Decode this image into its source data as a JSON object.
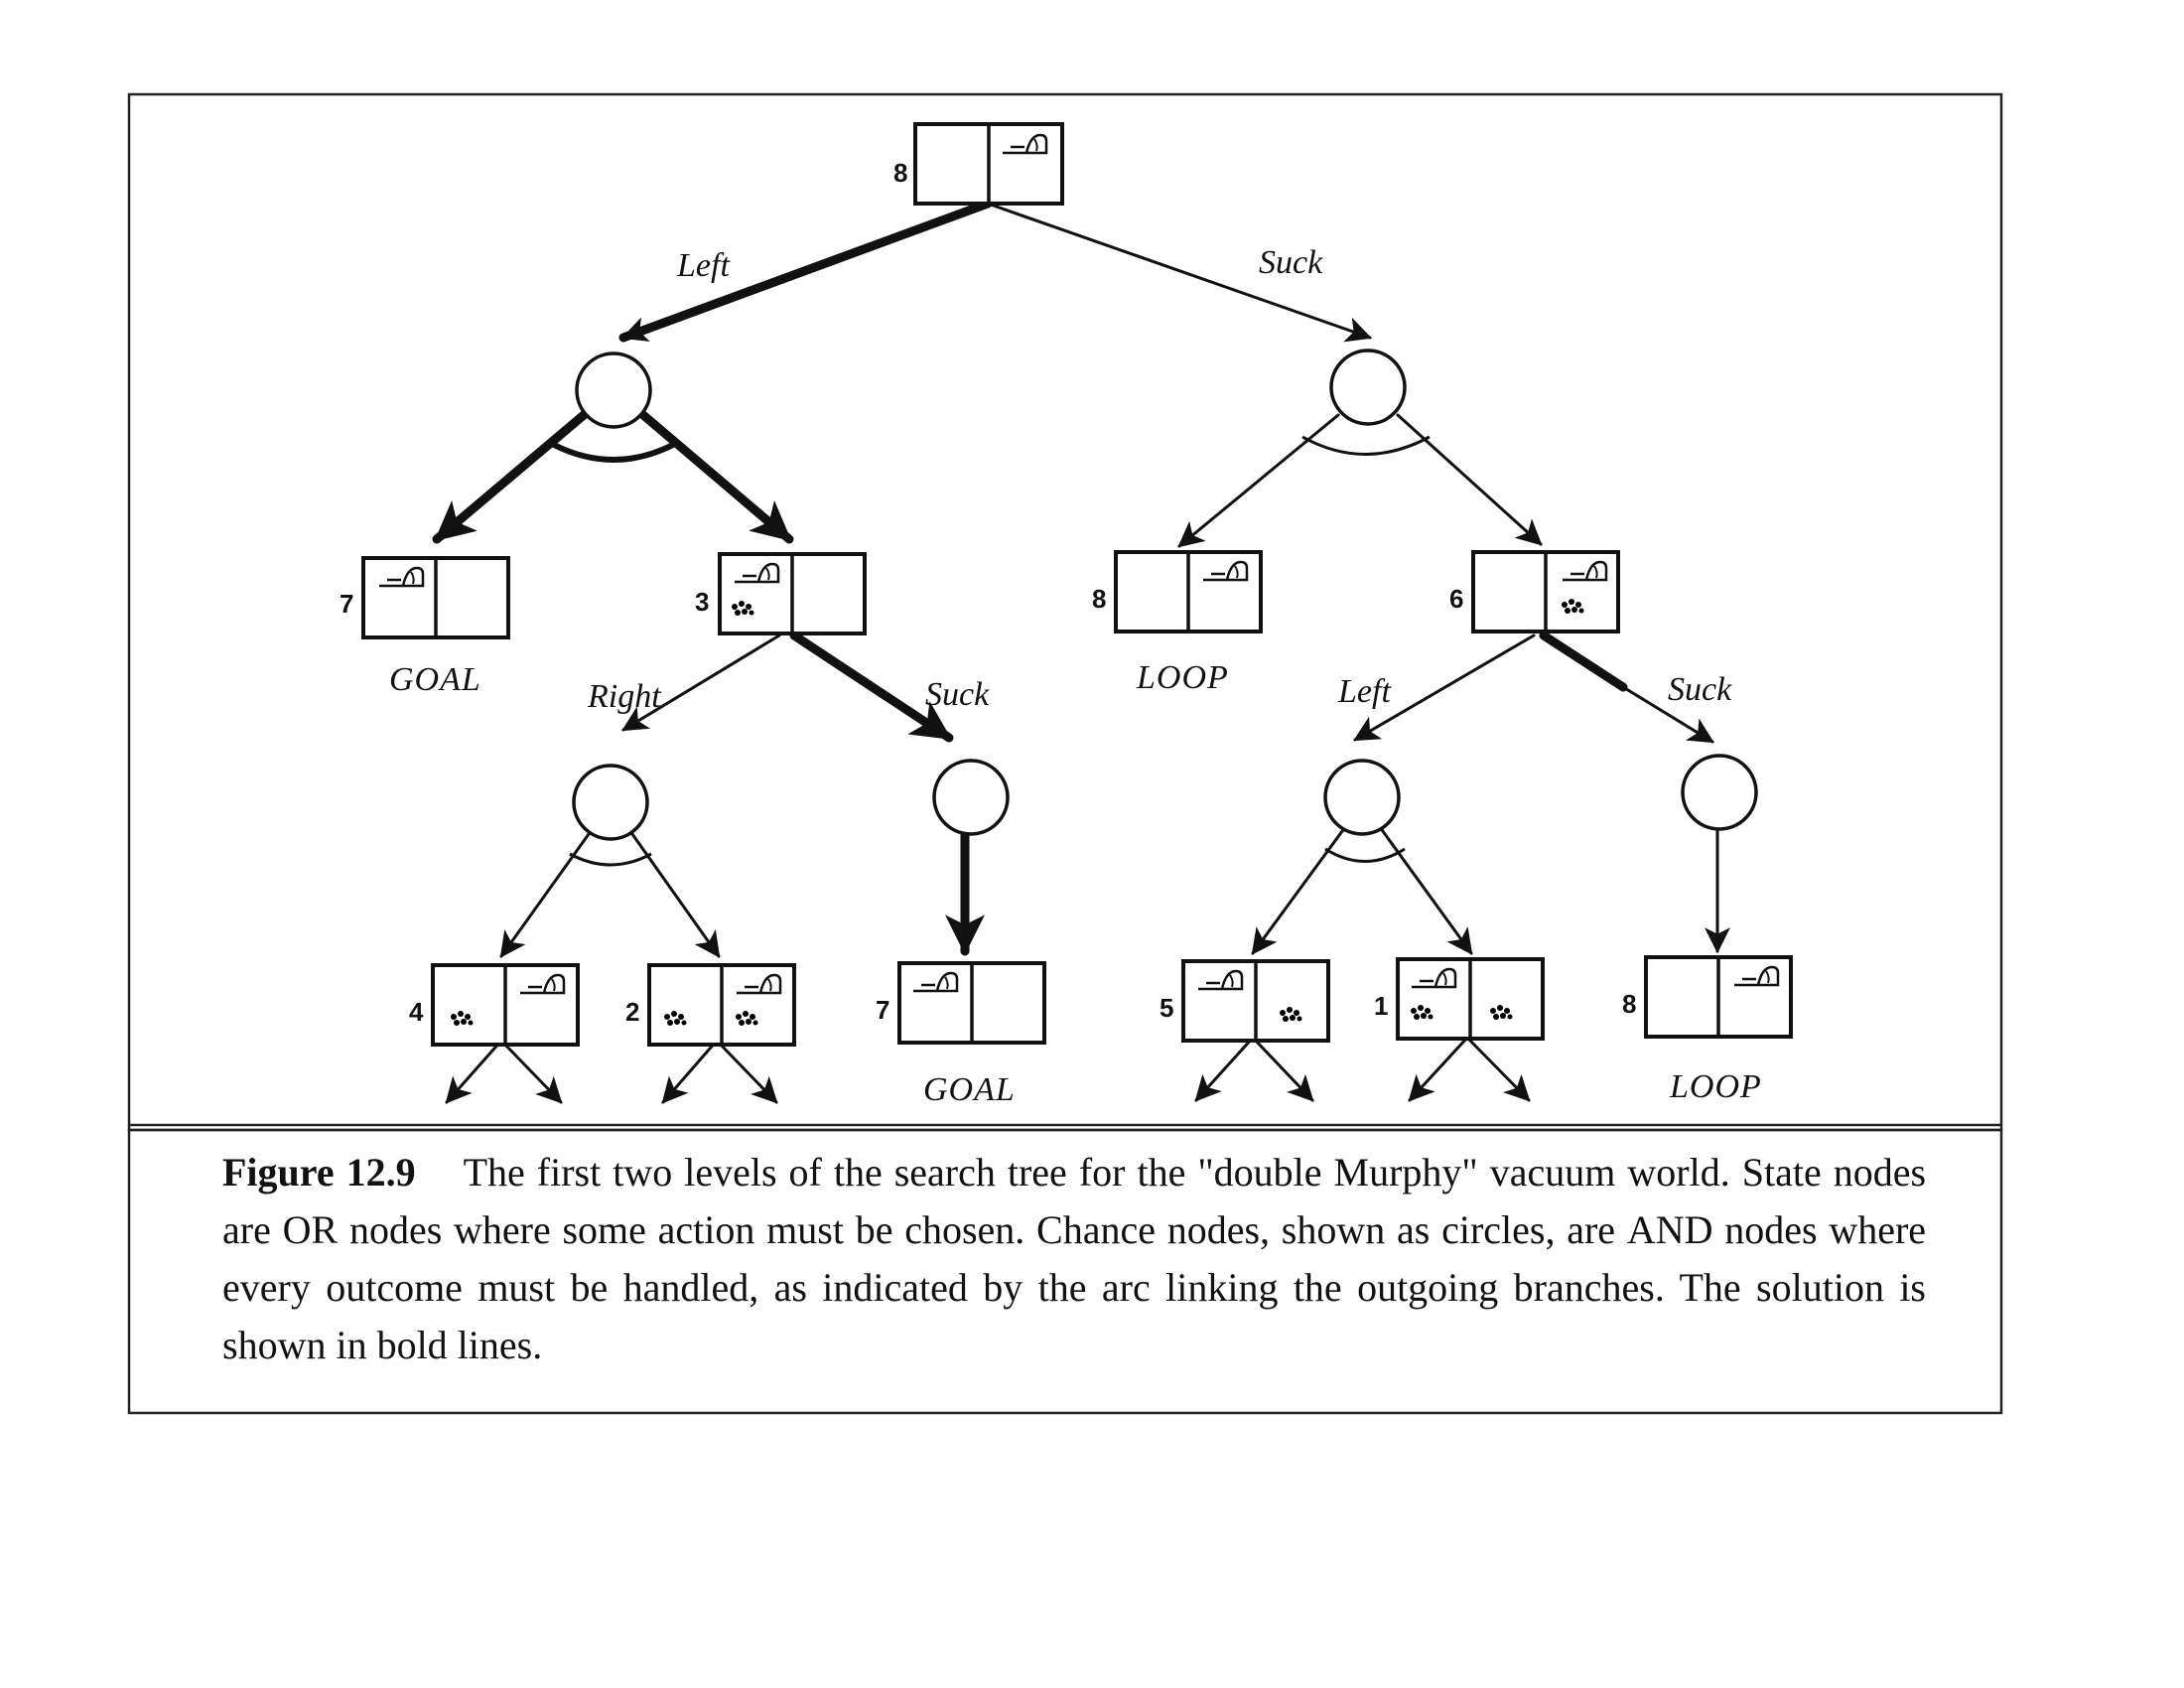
{
  "diagram": {
    "root": {
      "number": "8",
      "tag": ""
    },
    "actions": {
      "root_left": "Left",
      "root_suck": "Suck",
      "s3_right": "Right",
      "s3_suck": "Suck",
      "s6_left": "Left",
      "s6_suck": "Suck"
    },
    "level1_states": [
      {
        "number": "7",
        "tag": "GOAL"
      },
      {
        "number": "3",
        "tag": ""
      },
      {
        "number": "8",
        "tag": "LOOP"
      },
      {
        "number": "6",
        "tag": ""
      }
    ],
    "level2_states": [
      {
        "number": "4",
        "tag": ""
      },
      {
        "number": "2",
        "tag": ""
      },
      {
        "number": "7",
        "tag": "GOAL"
      },
      {
        "number": "5",
        "tag": ""
      },
      {
        "number": "1",
        "tag": ""
      },
      {
        "number": "8",
        "tag": "LOOP"
      }
    ],
    "icons": {
      "vacuum": "vacuum-icon",
      "dirt": "dirt-icon"
    }
  },
  "caption": {
    "label": "Figure 12.9",
    "line1": "The first two levels of the search tree for the \"double Murphy\" vacuum world.",
    "pre_or": "State nodes are",
    "or_word": "OR",
    "post_or": "nodes where some action must be chosen. Chance nodes, shown as circles, are",
    "and_word": "AND",
    "post_and": "nodes where every outcome must be handled, as indicated by the arc linking the outgoing branches. The solution is shown in bold lines."
  }
}
